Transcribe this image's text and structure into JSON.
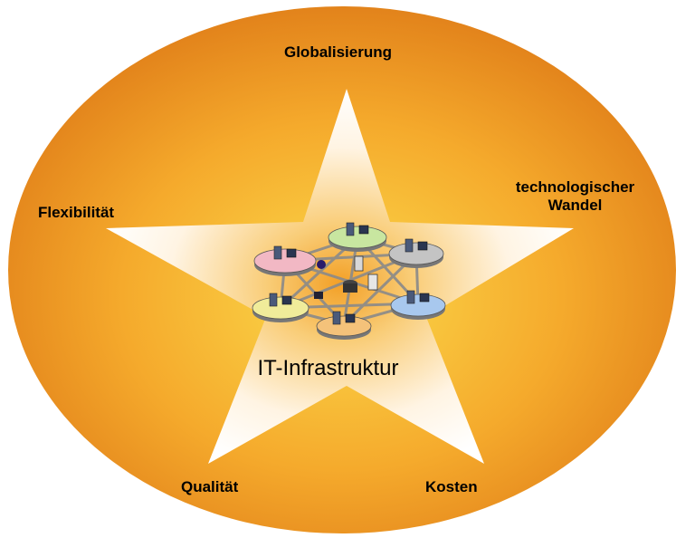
{
  "diagram": {
    "center_label": "IT-Infrastruktur",
    "factors": {
      "top": "Globalisierung",
      "left": "Flexibilität",
      "right": "technologischer Wandel",
      "bottom_left": "Qualität",
      "bottom_right": "Kosten"
    },
    "colors": {
      "ellipse_outer": "#e07f18",
      "ellipse_inner": "#f8c83a",
      "star_center": "#f4a52a",
      "star_edge": "#ffffff",
      "network_links": "#8a8a8a"
    },
    "network_nodes": [
      {
        "name": "node-pink",
        "color": "#f2b8c4"
      },
      {
        "name": "node-green",
        "color": "#c8e6a0"
      },
      {
        "name": "node-gray",
        "color": "#c4c4c4"
      },
      {
        "name": "node-yellow",
        "color": "#f0ec9a"
      },
      {
        "name": "node-orange",
        "color": "#f4c27a"
      },
      {
        "name": "node-blue",
        "color": "#a8c8ee"
      }
    ]
  }
}
